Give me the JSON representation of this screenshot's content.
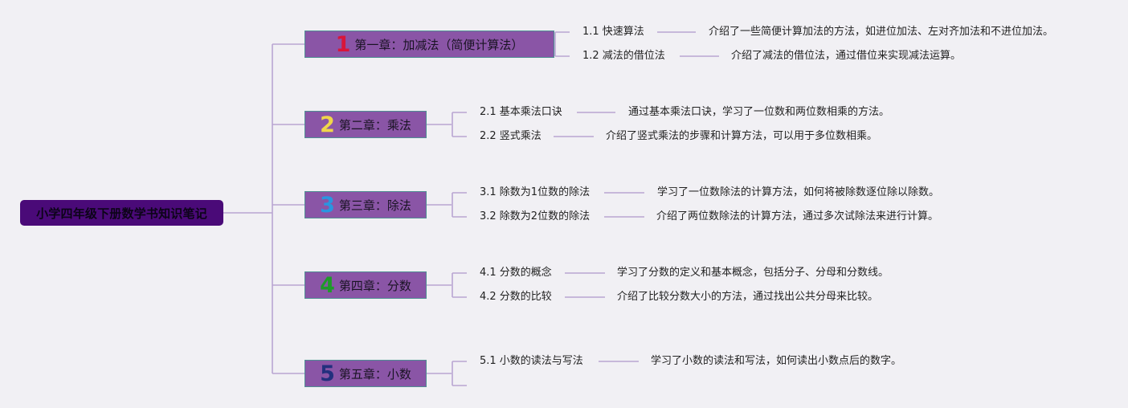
{
  "root": {
    "title": "小学四年级下册数学书知识笔记"
  },
  "colors": {
    "line": "#b9a5d2",
    "root_bg": "#4a0a78",
    "chapter_bg": "#8a55a6"
  },
  "chapters": [
    {
      "number": "1",
      "number_color": "#d8163a",
      "title": "第一章：加减法（简便计算法）",
      "sections": [
        {
          "label": "1.1 快速算法",
          "description": "介绍了一些简便计算加法的方法，如进位加法、左对齐加法和不进位加法。"
        },
        {
          "label": "1.2 减法的借位法",
          "description": "介绍了减法的借位法，通过借位来实现减法运算。"
        }
      ]
    },
    {
      "number": "2",
      "number_color": "#f0d64a",
      "title": "第二章：乘法",
      "sections": [
        {
          "label": "2.1 基本乘法口诀",
          "description": "通过基本乘法口诀，学习了一位数和两位数相乘的方法。"
        },
        {
          "label": "2.2 竖式乘法",
          "description": "介绍了竖式乘法的步骤和计算方法，可以用于多位数相乘。"
        }
      ]
    },
    {
      "number": "3",
      "number_color": "#2a96e0",
      "title": "第三章：除法",
      "sections": [
        {
          "label": "3.1 除数为1位数的除法",
          "description": "学习了一位数除法的计算方法，如何将被除数逐位除以除数。"
        },
        {
          "label": "3.2 除数为2位数的除法",
          "description": "介绍了两位数除法的计算方法，通过多次试除法来进行计算。"
        }
      ]
    },
    {
      "number": "4",
      "number_color": "#1f9a2a",
      "title": "第四章：分数",
      "sections": [
        {
          "label": "4.1 分数的概念",
          "description": "学习了分数的定义和基本概念，包括分子、分母和分数线。"
        },
        {
          "label": "4.2 分数的比较",
          "description": "介绍了比较分数大小的方法，通过找出公共分母来比较。"
        }
      ]
    },
    {
      "number": "5",
      "number_color": "#23307e",
      "title": "第五章：小数",
      "sections": [
        {
          "label": "5.1 小数的读法与写法",
          "description": "学习了小数的读法和写法，如何读出小数点后的数字。"
        },
        {
          "label": "",
          "description": ""
        }
      ]
    }
  ]
}
